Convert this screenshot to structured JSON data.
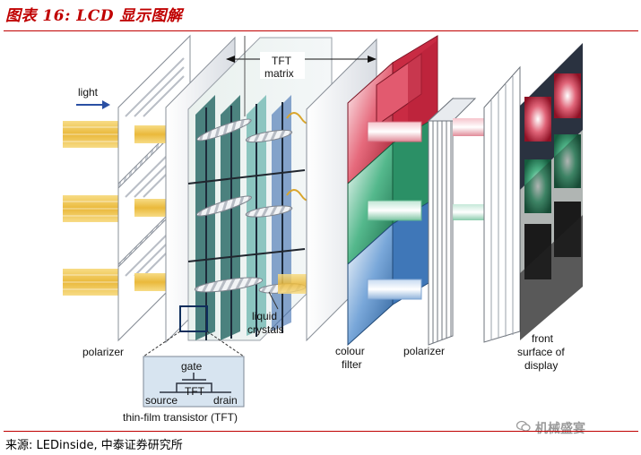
{
  "figure": {
    "title": "图表 16: LCD 显示图解",
    "source": "来源: LEDinside, 中泰证券研究所",
    "watermark": "机械盛宴"
  },
  "diagram": {
    "labels": {
      "light": "light",
      "tft_matrix_line1": "TFT",
      "tft_matrix_line2": "matrix",
      "liquid_crystals_line1": "liquid",
      "liquid_crystals_line2": "crystals",
      "polarizer_left": "polarizer",
      "colour_filter_line1": "colour",
      "colour_filter_line2": "filter",
      "polarizer_right": "polarizer",
      "front_line1": "front",
      "front_line2": "surface of",
      "front_line3": "display"
    },
    "inset": {
      "gate": "gate",
      "tft": "TFT",
      "source": "source",
      "drain": "drain",
      "caption": "thin-film transistor (TFT)"
    },
    "colors": {
      "red": "#d9334a",
      "green": "#2e9e73",
      "blue": "#4d86c6",
      "light_beam": "#f2c94c",
      "title_red": "#c00000"
    }
  }
}
